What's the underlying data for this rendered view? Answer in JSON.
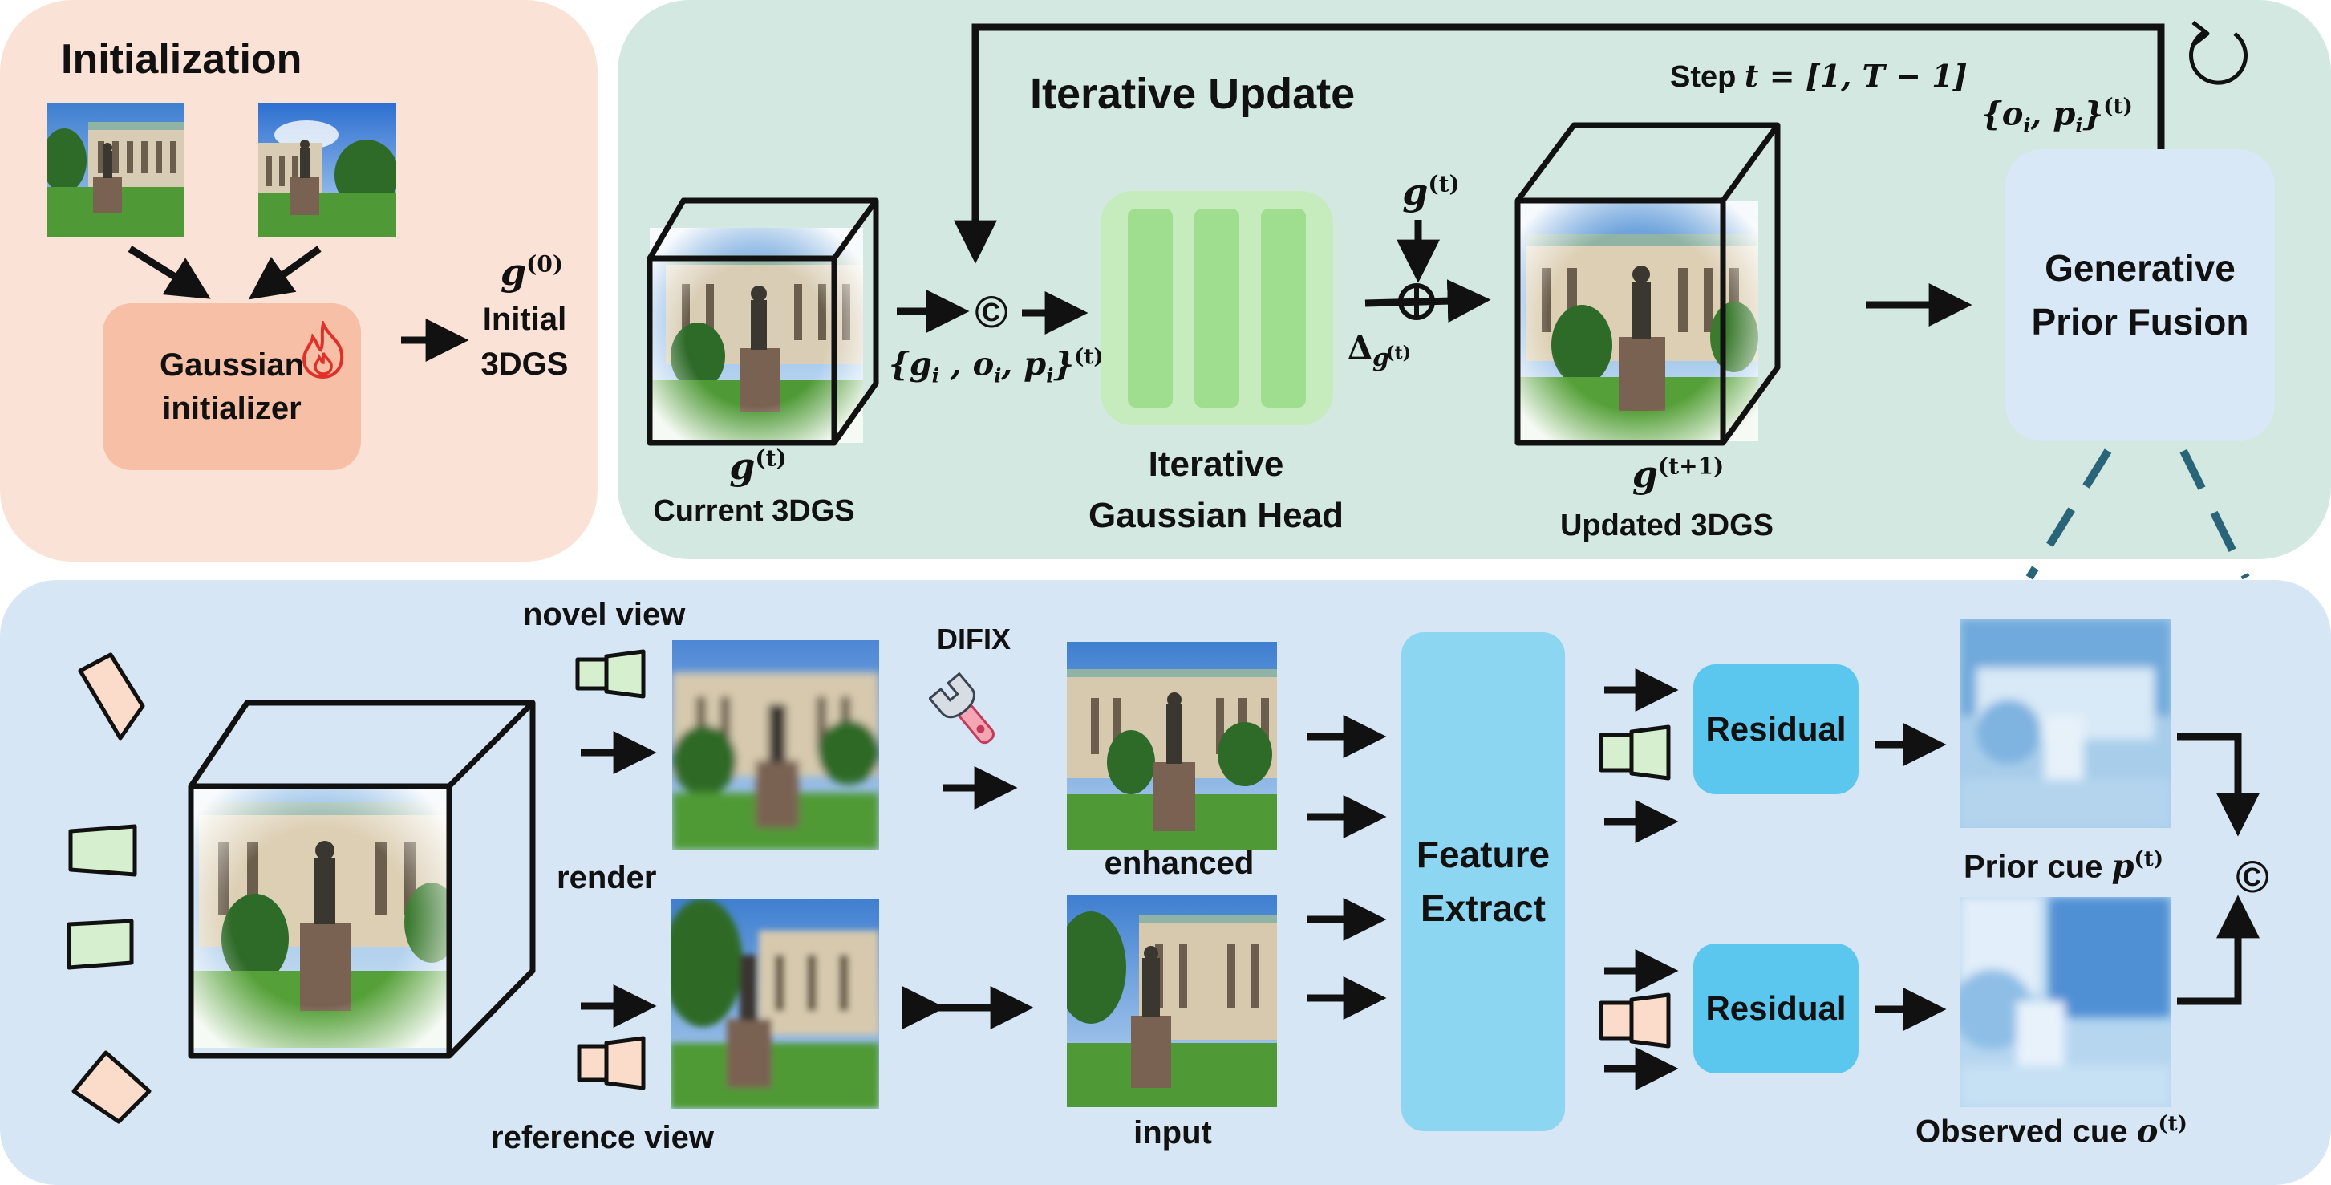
{
  "init": {
    "title": "Initialization",
    "initializer_line1": "Gaussian",
    "initializer_line2": "initializer",
    "g0_symbol": "g",
    "g0_sup": "(0)",
    "initial_line1": "Initial",
    "initial_line2": "3DGS"
  },
  "iter": {
    "title": "Iterative Update",
    "step_prefix": "Step ",
    "step_expr": "t = [1, T − 1]",
    "current_sym": "g",
    "current_sup": "(t)",
    "current_label": "Current 3DGS",
    "input_set": "{g",
    "input_set_rest": "i , o",
    "input_set_tail": "i, p",
    "input_set_end": "i}",
    "input_sup": "(t)",
    "concat_symbol": "©",
    "head_line1": "Iterative",
    "head_line2": "Gaussian Head",
    "gt_sym": "g",
    "gt_sup": "(t)",
    "plus_symbol": "⊕",
    "delta": "Δ",
    "delta_sub": "g",
    "delta_subsup": "(t)",
    "updated_sym": "g",
    "updated_sup": "(t+1)",
    "updated_label": "Updated 3DGS",
    "feedback_set": "{o",
    "feedback_mid": "i, p",
    "feedback_end": "i}",
    "feedback_sup": "(t)",
    "fusion_line1": "Generative",
    "fusion_line2": "Prior Fusion",
    "loop_icon": "refresh-icon"
  },
  "gen": {
    "novel_view": "novel view",
    "render": "render",
    "reference_view": "reference view",
    "difix": "DIFIX",
    "enhanced": "enhanced",
    "input": "input",
    "feature_line1": "Feature",
    "feature_line2": "Extract",
    "residual_top": "Residual",
    "residual_bottom": "Residual",
    "prior_cue": "Prior cue ",
    "prior_sym": "p",
    "prior_sup": "(t)",
    "observed_cue": "Observed cue ",
    "observed_sym": "o",
    "observed_sup": "(t)",
    "concat_symbol": "©"
  },
  "colors": {
    "init_panel": "#fbe2d6",
    "iter_panel": "#d2e8e0",
    "gen_panel": "#d7e6f4",
    "initializer_box": "#f6bfa6",
    "head_box": "#c6ebbd",
    "feature_box": "#8dd6f2",
    "residual_box": "#5bc6ee",
    "novel_camera": "#d6f0cf",
    "reference_camera": "#fbdccb",
    "dashed_line": "#2a6478"
  }
}
